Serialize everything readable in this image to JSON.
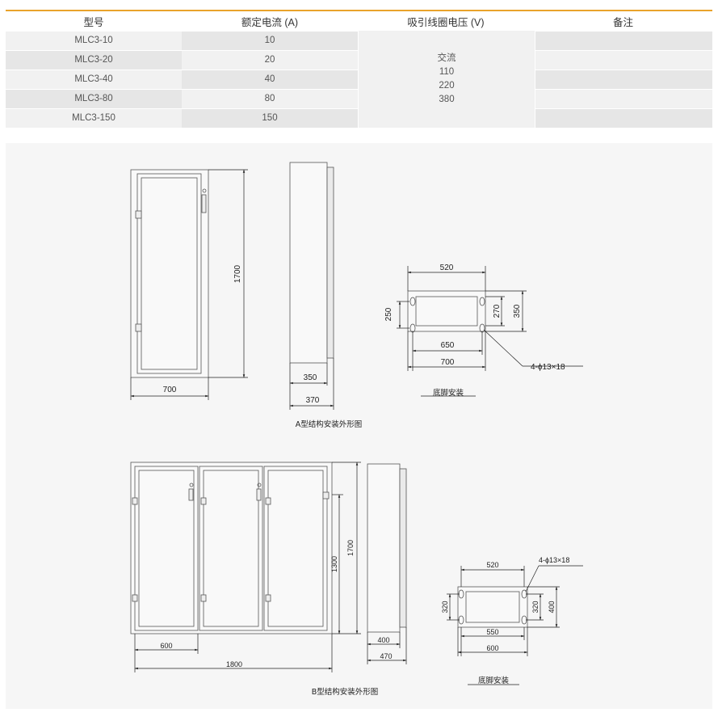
{
  "table": {
    "headers": [
      "型号",
      "额定电流 (A)",
      "吸引线圈电压 (V)",
      "备注"
    ],
    "rows": [
      {
        "model": "MLC3-10",
        "current": "10"
      },
      {
        "model": "MLC3-20",
        "current": "20"
      },
      {
        "model": "MLC3-40",
        "current": "40"
      },
      {
        "model": "MLC3-80",
        "current": "80"
      },
      {
        "model": "MLC3-150",
        "current": "150"
      }
    ],
    "voltage": {
      "label": "交流",
      "values": [
        "110",
        "220",
        "380"
      ]
    }
  },
  "colors": {
    "accent": "#e9a32b",
    "shade": "#e6e6e6",
    "light": "#f1f1f1"
  },
  "drawing_a": {
    "front_width": "700",
    "height": "1700",
    "side_depth_inner": "350",
    "side_depth_outer": "370",
    "base_top": "520",
    "base_inner_depth": "270",
    "base_outer_depth": "350",
    "base_hole_span": "250",
    "base_inner_width": "650",
    "base_outer_width": "700",
    "hole_note": "4-ϕ13×18",
    "base_caption": "底脚安装",
    "caption": "A型结构安装外形图"
  },
  "drawing_b": {
    "height_outer": "1700",
    "height_inner": "1300",
    "door_width": "600",
    "total_width": "1800",
    "side_depth_inner": "400",
    "side_depth_outer": "470",
    "base_top": "520",
    "hole_note": "4-ϕ13×18",
    "base_hole_span": "320",
    "base_inner_depth": "320",
    "base_outer_depth": "400",
    "base_inner_width": "550",
    "base_outer_width": "600",
    "base_caption": "底脚安装",
    "caption": "B型结构安装外形图"
  }
}
